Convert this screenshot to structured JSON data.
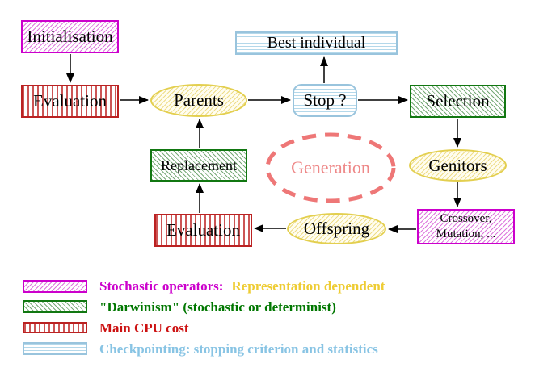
{
  "diagram": {
    "nodes": {
      "initialisation": {
        "label": "Initialisation"
      },
      "evaluation_top": {
        "label": "Evaluation"
      },
      "parents": {
        "label": "Parents"
      },
      "best_individual": {
        "label": "Best individual"
      },
      "stop": {
        "label": "Stop ?"
      },
      "selection": {
        "label": "Selection"
      },
      "genitors": {
        "label": "Genitors"
      },
      "crossover_mutation": {
        "line1": "Crossover,",
        "line2": "Mutation, ..."
      },
      "offspring": {
        "label": "Offspring"
      },
      "evaluation_bottom": {
        "label": "Evaluation"
      },
      "replacement": {
        "label": "Replacement"
      },
      "generation": {
        "label": "Generation"
      }
    },
    "legend": {
      "rows": [
        {
          "swatch": "magenta-hatch",
          "parts": [
            {
              "text": "Stochastic operators:",
              "color": "#cc00cc"
            },
            {
              "text": "Representation dependent",
              "color": "#eecc33"
            }
          ]
        },
        {
          "swatch": "green-hatch",
          "parts": [
            {
              "text": "\"Darwinism\" (stochastic or determinist)",
              "color": "#007700"
            }
          ]
        },
        {
          "swatch": "red-stripes",
          "parts": [
            {
              "text": "Main CPU cost",
              "color": "#cc1111"
            }
          ]
        },
        {
          "swatch": "cyan-stripes",
          "parts": [
            {
              "text": "Checkpointing: stopping criterion and statistics",
              "color": "#88c4e4"
            }
          ]
        }
      ]
    },
    "colors": {
      "magenta_border": "#cc00cc",
      "green_border": "#117711",
      "red_border": "#bb2222",
      "cyan_border": "#99c4dd",
      "yellow_border": "#e3cf4f",
      "generation_pink": "#ee7777",
      "generation_text": "#ee8888",
      "gold_text": "#eecc33",
      "arrow": "#000000"
    }
  }
}
